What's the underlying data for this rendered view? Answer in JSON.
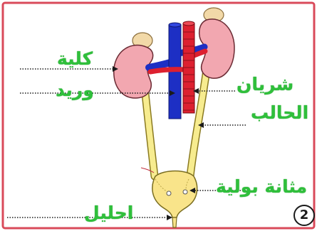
{
  "labels": {
    "kidney": "كلية",
    "vein": "وريد",
    "artery": "شريان",
    "ureter": "الحالب",
    "bladder": "مثانة بولية",
    "urethra": "احليل"
  },
  "figure_number": "2",
  "colors": {
    "frame": "#d94a5a",
    "kidney_fill": "#f2a7b0",
    "adrenal_fill": "#f2d9a8",
    "vein": "#1d2fc4",
    "artery": "#dd2030",
    "ureter": "#f7ec8f",
    "bladder": "#f9e48a",
    "label_text": "#2fbf3b"
  }
}
